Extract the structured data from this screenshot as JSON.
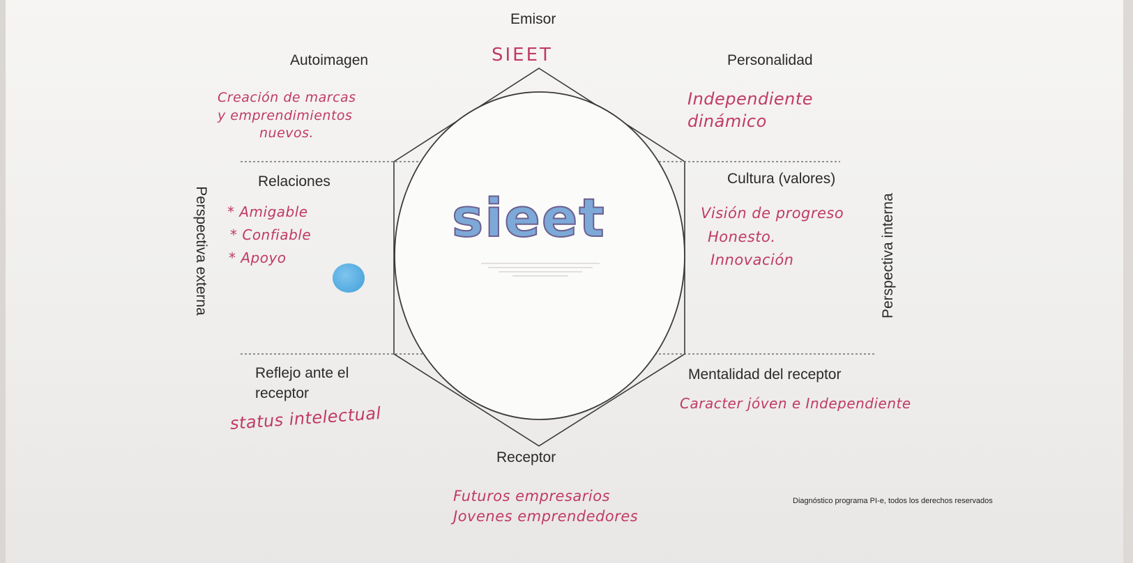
{
  "diagram": {
    "top_label": "Emisor",
    "bottom_label": "Receptor",
    "left_side_label": "Perspectiva externa",
    "right_side_label": "Perspectiva interna",
    "sections": {
      "autoimagen": {
        "title": "Autoimagen",
        "notes": [
          "Creación de marcas",
          "y emprendimientos",
          "nuevos."
        ]
      },
      "personalidad": {
        "title": "Personalidad",
        "notes": [
          "Independiente",
          "dinámico"
        ]
      },
      "relaciones": {
        "title": "Relaciones",
        "notes": [
          "* Amigable",
          "* Confiable",
          "* Apoyo"
        ]
      },
      "cultura": {
        "title": "Cultura (valores)",
        "notes": [
          "Visión de progreso",
          "Honesto.",
          "Innovación"
        ]
      },
      "reflejo": {
        "title_line1": "Reflejo ante el",
        "title_line2": "receptor",
        "notes": [
          "status intelectual"
        ]
      },
      "mentalidad": {
        "title": "Mentalidad del receptor",
        "notes": [
          "Caracter jóven e Independiente"
        ]
      }
    },
    "emisor_note": "SIEET",
    "receptor_notes": [
      "Futuros empresarios",
      "Jovenes emprendedores"
    ],
    "logo_text": "sieet",
    "footer": "Diagnóstico programa PI-e, todos los derechos reservados",
    "colors": {
      "ink": "#2a2a2a",
      "handwriting": "#c03a66",
      "logo_fill": "#7da9d8",
      "logo_outline": "#6b5f8f",
      "dot": "#3f9fd9"
    }
  }
}
